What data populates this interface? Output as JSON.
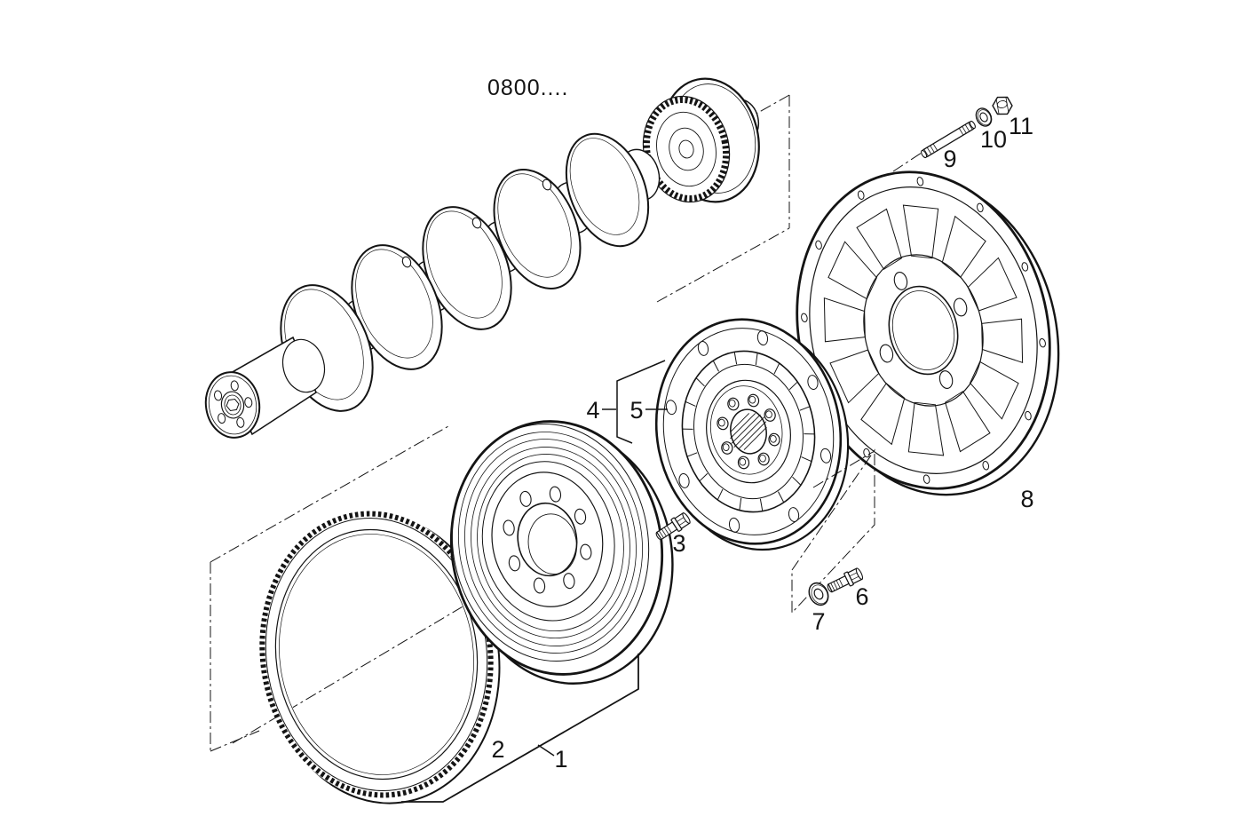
{
  "diagram": {
    "type": "exploded-parts-line-drawing",
    "reference_code": "0800....",
    "colors": {
      "line": "#141414",
      "background": "#ffffff"
    },
    "components": [
      "crankshaft",
      "ring-gear",
      "flywheel",
      "vibration-damper",
      "flexible-drive-plate",
      "bolt",
      "washer",
      "stud",
      "nut"
    ],
    "callouts": [
      {
        "number": "1"
      },
      {
        "number": "2"
      },
      {
        "number": "3"
      },
      {
        "number": "4"
      },
      {
        "number": "5"
      },
      {
        "number": "6"
      },
      {
        "number": "7"
      },
      {
        "number": "8"
      },
      {
        "number": "9"
      },
      {
        "number": "10"
      },
      {
        "number": "11"
      }
    ]
  }
}
